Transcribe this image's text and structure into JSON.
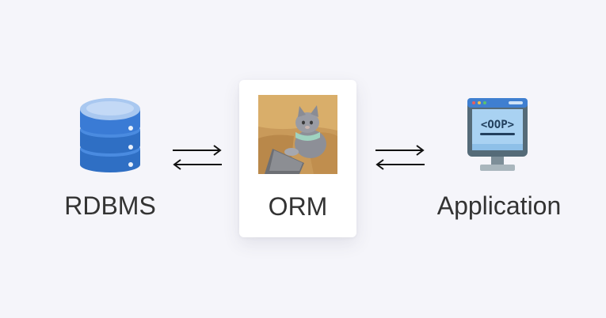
{
  "nodes": {
    "rdbms": {
      "label": "RDBMS",
      "icon": "database-icon"
    },
    "orm": {
      "label": "ORM",
      "icon": "typing-cat-image"
    },
    "application": {
      "label": "Application",
      "icon": "monitor-code-icon",
      "screen_text": "<OOP>"
    }
  },
  "connectors": [
    {
      "from": "rdbms",
      "to": "orm",
      "icon": "bidirectional-arrows-icon"
    },
    {
      "from": "orm",
      "to": "application",
      "icon": "bidirectional-arrows-icon"
    }
  ],
  "colors": {
    "background": "#f5f5fa",
    "card": "#ffffff",
    "text": "#333333",
    "database_blue": "#4a8be0",
    "monitor_screen": "#a9d2f2",
    "monitor_frame": "#556b78"
  }
}
